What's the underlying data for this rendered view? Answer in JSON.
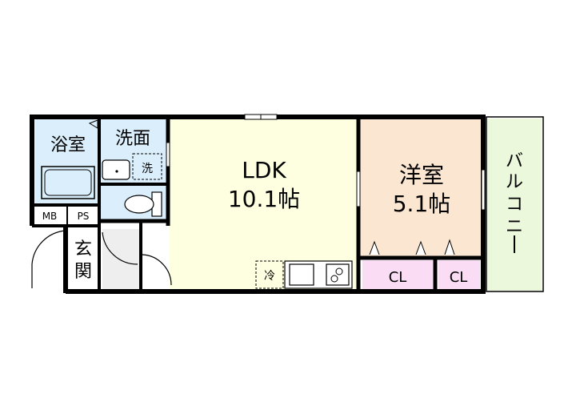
{
  "rooms": {
    "bath": "浴室",
    "washroom": "洗面",
    "washer": "洗",
    "mb": "MB",
    "ps": "PS",
    "entrance": [
      "玄",
      "関"
    ],
    "ldk_name": "LDK",
    "ldk_size": "10.1帖",
    "western_name": "洋室",
    "western_size": "5.1帖",
    "closet1": "CL",
    "closet2": "CL",
    "fridge": "冷",
    "balcony": [
      "バ",
      "ル",
      "コ",
      "ニ",
      "ー"
    ]
  },
  "colors": {
    "ldk": "#fefee0",
    "western": "#fbe6d2",
    "closet": "#fbdcf5",
    "balcony": "#ecf8dc",
    "bath_area": "#dbeefb",
    "wall": "#000000"
  }
}
